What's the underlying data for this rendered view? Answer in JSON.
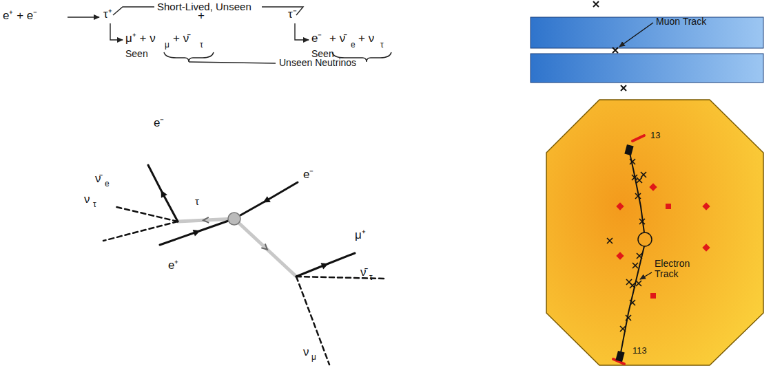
{
  "diagram": {
    "labels": [
      "Short-Lived, Unseen",
      "e⁺ + e⁻",
      "τ⁺",
      "+",
      "τ⁻",
      "μ⁺ + ν",
      "μ",
      "+ ν̄",
      "τ",
      "Seen",
      "e⁻",
      "+ ν̄",
      "e",
      "+ ν",
      "τ",
      "Seen",
      "Unseen Neutrinos",
      "e⁻",
      "ν̄",
      "e",
      "ν",
      "τ",
      "τ",
      "e⁻",
      "e⁺",
      "μ⁺",
      "ν̄",
      "τ",
      "ν",
      "μ",
      "Muon Track",
      "13",
      "Electron Track",
      "113"
    ]
  }
}
